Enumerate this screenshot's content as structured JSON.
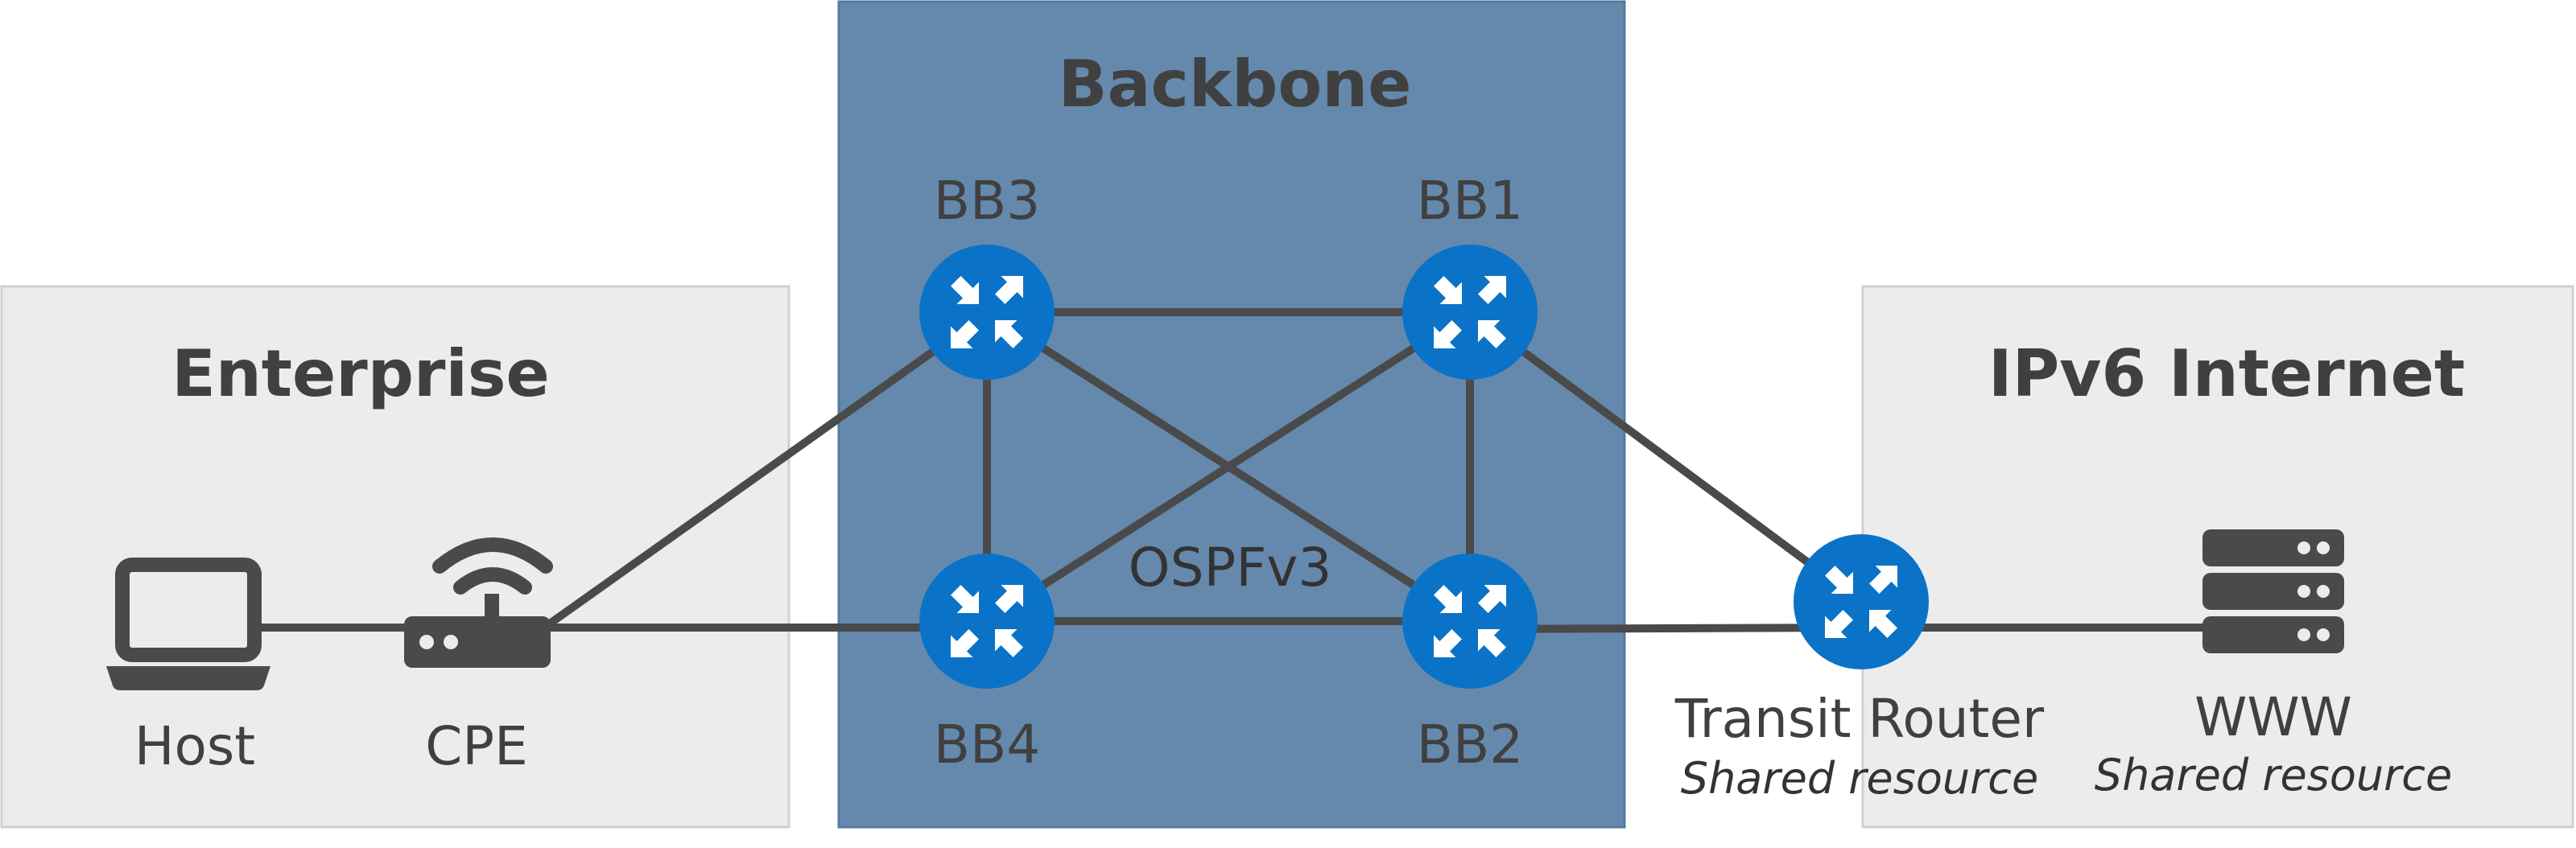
{
  "diagram": {
    "zones": {
      "enterprise": "Enterprise",
      "backbone": "Backbone",
      "internet": "IPv6 Internet"
    },
    "area_label": "OSPFv3",
    "nodes": {
      "host": "Host",
      "cpe": "CPE",
      "bb1": "BB1",
      "bb2": "BB2",
      "bb3": "BB3",
      "bb4": "BB4",
      "transit": "Transit Router",
      "transit_note": "Shared resource",
      "www": "WWW",
      "www_note": "Shared resource"
    },
    "colors": {
      "zone_gray": "#ececec",
      "backbone_blue": "#6589ad",
      "router_blue": "#0a73c8",
      "link": "#4a4a4a",
      "icon_dark": "#4a4a4a"
    },
    "icons": {
      "host": "laptop-icon",
      "cpe": "wifi-router-icon",
      "routers": "router-icon",
      "www": "server-stack-icon"
    }
  }
}
